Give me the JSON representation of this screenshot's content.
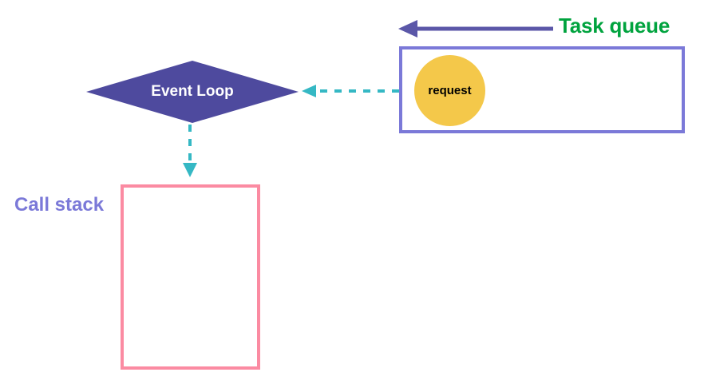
{
  "diagram": {
    "title": "JavaScript Event Loop diagram",
    "colors": {
      "task_queue_label": "#00a33e",
      "task_queue_border": "#7b79d8",
      "request_fill": "#f4c84a",
      "event_loop_fill": "#4e4a9e",
      "event_loop_text": "#ffffff",
      "dashed_arrow": "#35b8c4",
      "solid_arrow": "#5b57a8",
      "call_stack_border": "#fb8ba2",
      "call_stack_label": "#7b79d8",
      "background": "#ffffff"
    },
    "nodes": {
      "task_queue_label": "Task queue",
      "request_label": "request",
      "event_loop_label": "Event Loop",
      "call_stack_label": "Call stack"
    },
    "edges": [
      {
        "name": "queue-intake-arrow",
        "style": "solid",
        "direction": "left",
        "color": "#5b57a8"
      },
      {
        "name": "queue-to-event-loop-arrow",
        "style": "dashed",
        "direction": "left",
        "color": "#35b8c4"
      },
      {
        "name": "event-loop-to-call-stack-arrow",
        "style": "dashed",
        "direction": "down",
        "color": "#35b8c4"
      }
    ]
  }
}
